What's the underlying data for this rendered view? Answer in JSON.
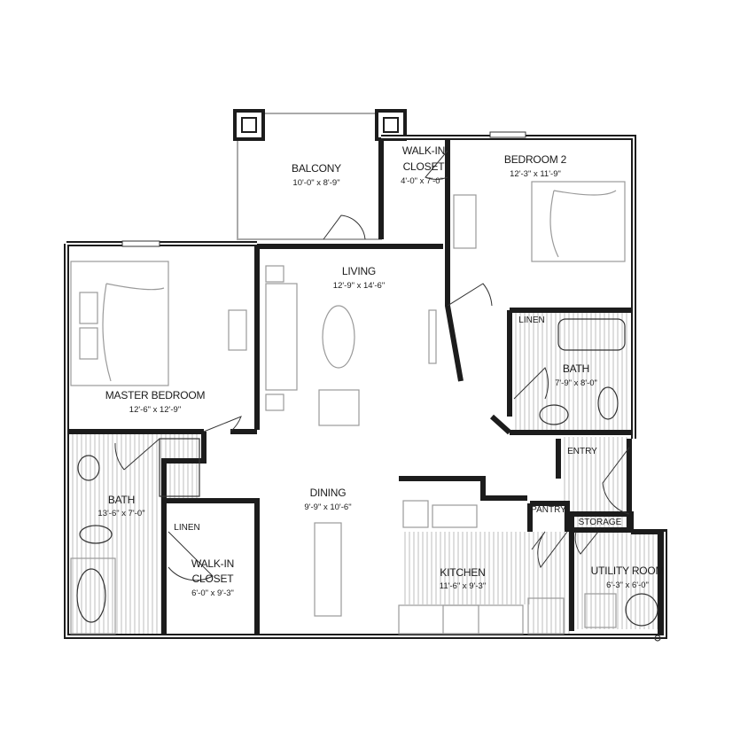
{
  "rooms": {
    "balcony": {
      "name": "BALCONY",
      "dim": "10'-0\" x 8'-9\""
    },
    "walkin_closet_2": {
      "name_line1": "WALK-IN",
      "name_line2": "CLOSET",
      "dim": "4'-0\" x 7'-0\""
    },
    "bedroom_2": {
      "name": "BEDROOM 2",
      "dim": "12'-3\" x 11'-9\""
    },
    "living": {
      "name": "LIVING",
      "dim": "12'-9\" x 14'-6\""
    },
    "linen_2": {
      "name": "LINEN"
    },
    "bath_2": {
      "name": "BATH",
      "dim": "7'-9\" x 8'-0\""
    },
    "master_bedroom": {
      "name": "MASTER BEDROOM",
      "dim": "12'-6\" x 12'-9\""
    },
    "entry": {
      "name": "ENTRY"
    },
    "master_bath": {
      "name": "BATH",
      "dim": "13'-6\" x 7'-0\""
    },
    "linen_1": {
      "name": "LINEN"
    },
    "dining": {
      "name": "DINING",
      "dim": "9'-9\" x 10'-6\""
    },
    "pantry": {
      "name": "PANTRY"
    },
    "storage": {
      "name": "STORAGE"
    },
    "walkin_closet_1": {
      "name_line1": "WALK-IN",
      "name_line2": "CLOSET",
      "dim": "6'-0\" x 9'-3\""
    },
    "kitchen": {
      "name": "KITCHEN",
      "dim": "11'-6\" x 9'-3\""
    },
    "utility_room": {
      "name": "UTILITY ROOM",
      "dim": "6'-3\" x 6'-0\""
    }
  }
}
